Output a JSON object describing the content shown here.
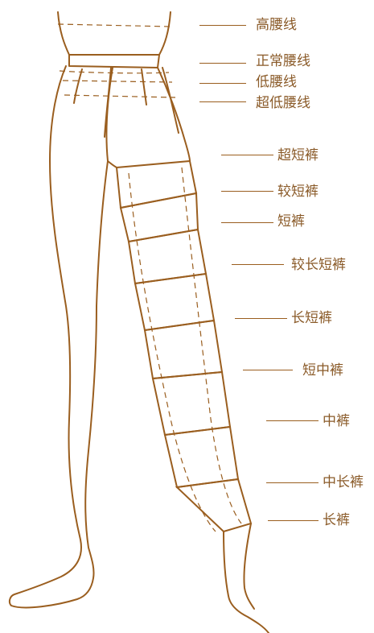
{
  "colors": {
    "line": "#9a5e1f",
    "text": "#8a5a28"
  },
  "waist_levels": [
    {
      "id": "high",
      "label": "高腰线"
    },
    {
      "id": "natural",
      "label": "正常腰线"
    },
    {
      "id": "low",
      "label": "低腰线"
    },
    {
      "id": "ultra-low",
      "label": "超低腰线"
    }
  ],
  "hem_lengths": [
    {
      "id": "hot-shorts",
      "label": "超短裤"
    },
    {
      "id": "short-shorts",
      "label": "较短裤"
    },
    {
      "id": "shorts",
      "label": "短裤"
    },
    {
      "id": "long-shorts",
      "label": "较长短裤"
    },
    {
      "id": "bermuda",
      "label": "长短裤"
    },
    {
      "id": "pedal-pushers",
      "label": "短中裤"
    },
    {
      "id": "capri",
      "label": "中裤"
    },
    {
      "id": "cropped",
      "label": "中长裤"
    },
    {
      "id": "full-length",
      "label": "长裤"
    }
  ]
}
